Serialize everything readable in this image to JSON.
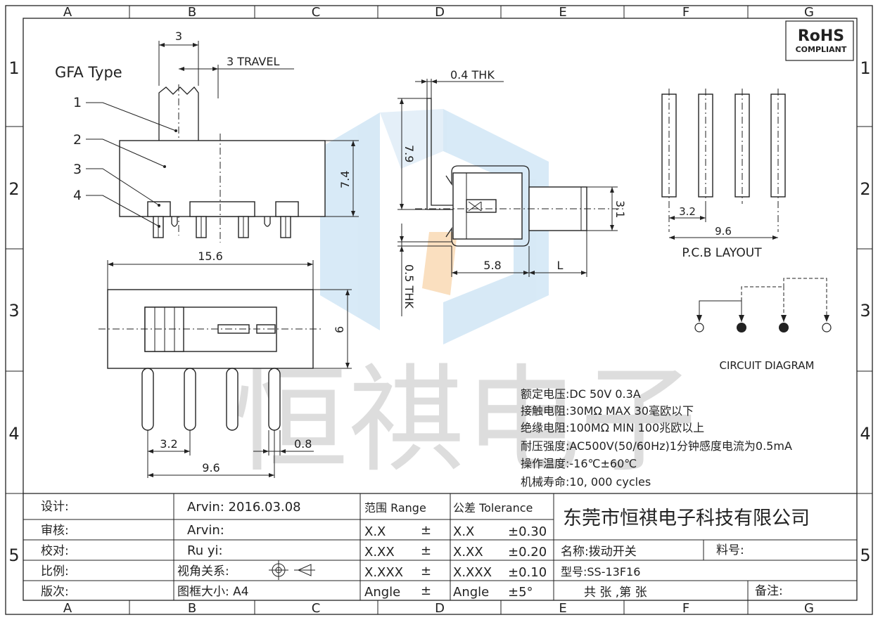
{
  "grid": {
    "columns": [
      "A",
      "B",
      "C",
      "D",
      "E",
      "F",
      "G"
    ],
    "rows": [
      "1",
      "2",
      "3",
      "4",
      "5"
    ]
  },
  "rohs": {
    "line1": "RoHS",
    "line2": "COMPLIANT",
    "color": "#1a7a2e"
  },
  "watermark": {
    "text": "恒祺电子",
    "color": "#cfcfcf"
  },
  "side_view": {
    "type_label": "GFA Type",
    "dim_top": "3",
    "dim_travel": "3 TRAVEL",
    "dim_height": "7.4",
    "callouts": [
      "1",
      "2",
      "3",
      "4"
    ]
  },
  "top_view": {
    "dim_width": "15.6",
    "dim_height": "6",
    "dim_pitch": "3.2",
    "dim_pin": "0.8",
    "dim_span": "9.6"
  },
  "end_view": {
    "dim_thk_top": "0.4 THK",
    "dim_79": "7.9",
    "dim_31": "3.1",
    "dim_thk_bottom": "0.5 THK",
    "dim_58": "5.8",
    "dim_L": "L"
  },
  "pcb": {
    "dim_pitch": "3.2",
    "dim_span": "9.6",
    "label": "P.C.B LAYOUT"
  },
  "circuit": {
    "label": "CIRCUIT DIAGRAM"
  },
  "specs": [
    "额定电压:DC 50V 0.3A",
    "接触电阻:30MΩ MAX 30毫欧以下",
    "绝缘电阻:100MΩ MIN 100兆欧以上",
    "耐压强度:AC500V(50/60Hz)1分钟感度电流为0.5mA",
    "操作温度:-16℃±60℃",
    "机械寿命:10, 000 cycles"
  ],
  "title_block": {
    "rows": [
      {
        "label": "设计:",
        "value": "Arvin:  2016.03.08"
      },
      {
        "label": "审核:",
        "value": "Arvin:"
      },
      {
        "label": "校对:",
        "value": "Ru yi:"
      },
      {
        "label": "比例:",
        "value": "视角关系:"
      },
      {
        "label": "版次:",
        "value": "图框大小:  A4"
      }
    ],
    "range_header": "范围 Range",
    "tolerance_header": "公差 Tolerance",
    "ranges": [
      {
        "range": "X.X",
        "pm": "±",
        "tol": "X.X",
        "val": "±0.30"
      },
      {
        "range": "X.XX",
        "pm": "±",
        "tol": "X.XX",
        "val": "±0.20"
      },
      {
        "range": "X.XXX",
        "pm": "±",
        "tol": "X.XXX",
        "val": "±0.10"
      },
      {
        "range": "Angle",
        "pm": "±",
        "tol": "Angle",
        "val": "±5°"
      }
    ],
    "company": "东莞市恒祺电子科技有限公司",
    "name": "名称:拨动开关",
    "part_no": "料号:",
    "model": "型号:SS-13F16",
    "sheet": "共    张  ,第    张",
    "remark": "备注:"
  }
}
